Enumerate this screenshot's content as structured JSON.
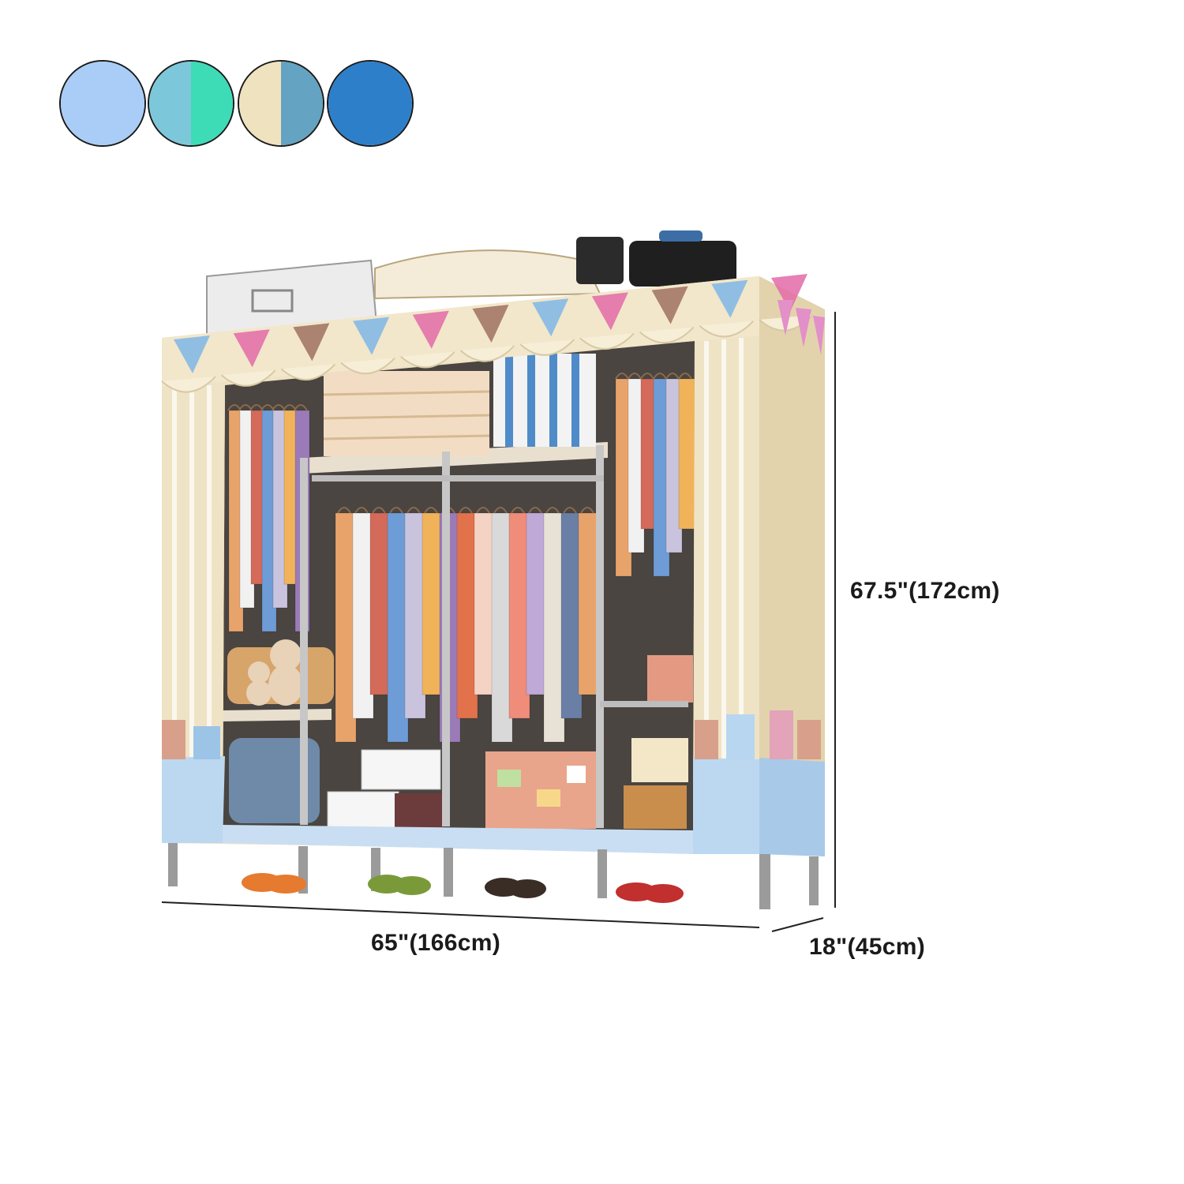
{
  "color_options": [
    {
      "name": "light-blue",
      "colors": [
        "#a9cdf6",
        "#a9cdf6"
      ]
    },
    {
      "name": "teal-green",
      "colors": [
        "#7cc8da",
        "#3ddbb6"
      ]
    },
    {
      "name": "beige-blue",
      "colors": [
        "#efe2bf",
        "#64a3c1"
      ]
    },
    {
      "name": "royal-blue",
      "colors": [
        "#2e7fc9",
        "#2e7fc9"
      ]
    }
  ],
  "dimensions": {
    "height": "67.5\"(172cm)",
    "width": "65\"(166cm)",
    "depth": "18\"(45cm)"
  },
  "palette": {
    "cover": "#efe3c5",
    "cover_shadow": "#d8c9a3",
    "base_band": "#bcd8f0",
    "frame": "#b8b8b8",
    "interior": "#3a3a3a"
  }
}
